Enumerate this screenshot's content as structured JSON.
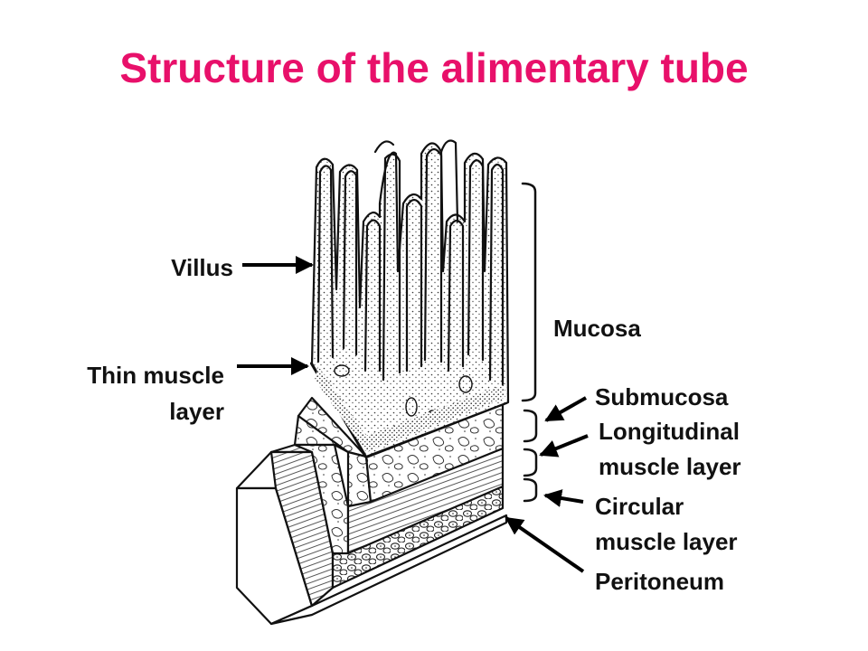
{
  "title": "Structure of the alimentary tube",
  "colors": {
    "title": "#e8106a",
    "ink": "#111111",
    "background": "#ffffff"
  },
  "labels": {
    "villus": "Villus",
    "thin_muscle_line1": "Thin muscle",
    "thin_muscle_line2": "layer",
    "mucosa": "Mucosa",
    "submucosa": "Submucosa",
    "longitudinal_line1": "Longitudinal",
    "longitudinal_line2": "muscle layer",
    "circular_line1": "Circular",
    "circular_line2": "muscle layer",
    "peritoneum": "Peritoneum"
  }
}
